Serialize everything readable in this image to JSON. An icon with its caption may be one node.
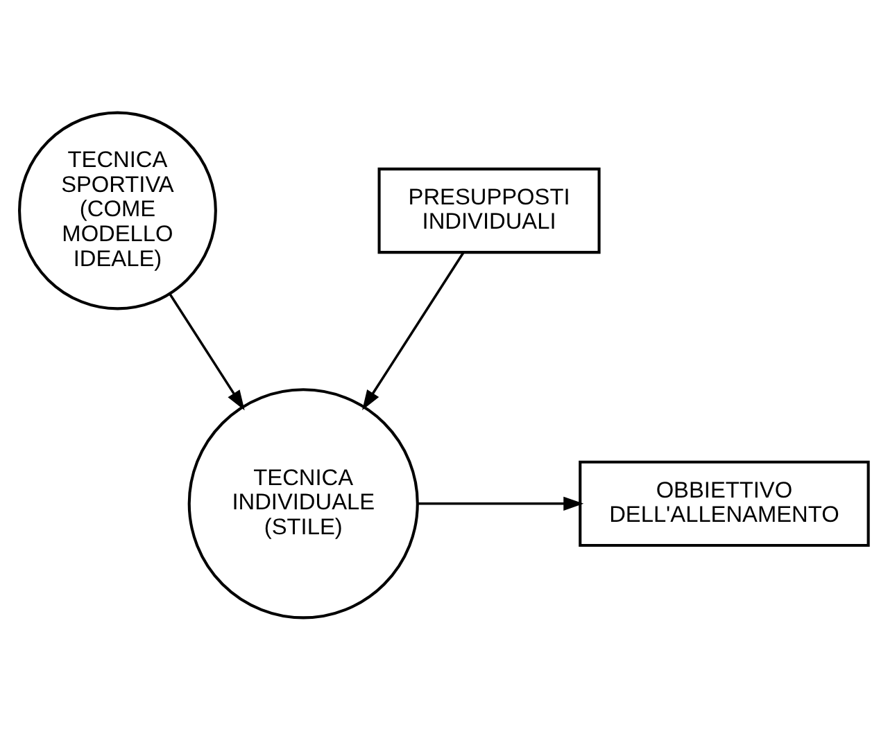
{
  "diagram": {
    "nodes": [
      {
        "text": [
          "TECNICA SPORTIVA (COME MODELLO IDEALE)"
        ]
      },
      {
        "text": [
          "PRESUPPOSTI INDIVIDUALI"
        ]
      },
      {
        "text": [
          "TECNICA INDIVIDUALE (STILE)"
        ]
      },
      {
        "text": [
          "OBBIETTIVO DELL'ALLENAMENTO"
        ]
      }
    ],
    "edges": [
      {
        "from": 0,
        "to": 2,
        "arrow": "to"
      },
      {
        "from": 1,
        "to": 2,
        "arrow": "to"
      },
      {
        "from": 2,
        "to": 3,
        "arrow": "to"
      }
    ]
  }
}
